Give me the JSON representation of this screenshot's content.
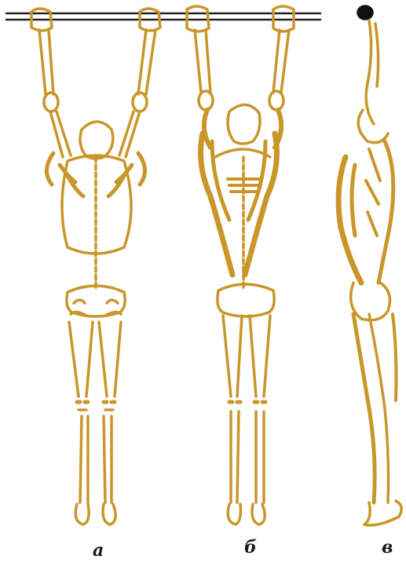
{
  "figure": {
    "labels": {
      "a": "а",
      "b": "б",
      "v": "в"
    },
    "colors": {
      "ink": "#c9962a",
      "bar": "#222222",
      "background": "#ffffff"
    }
  }
}
